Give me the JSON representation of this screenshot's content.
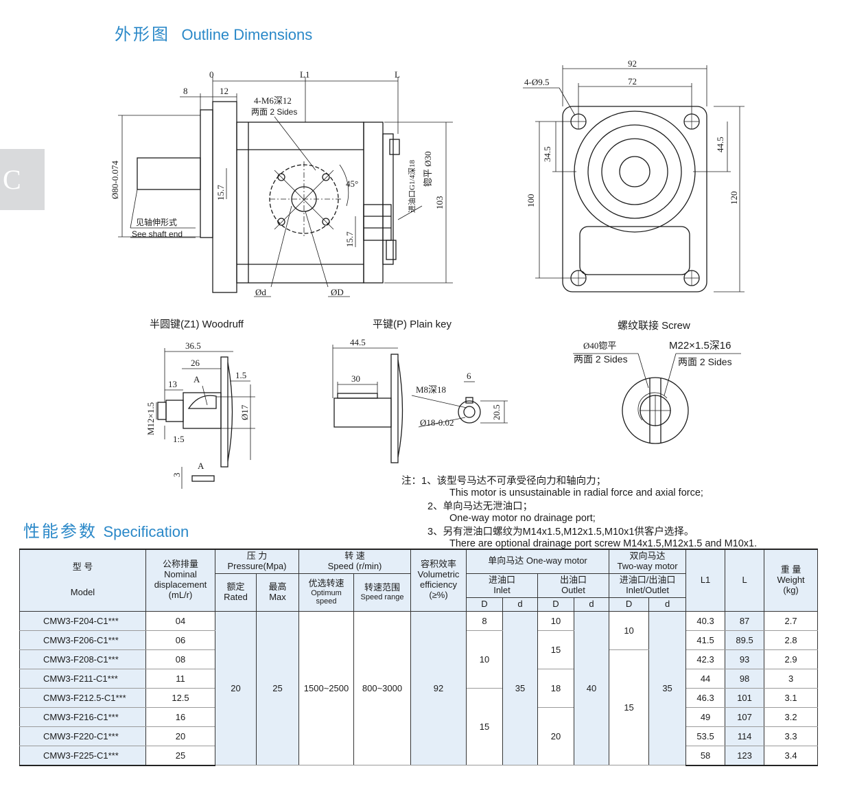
{
  "side_tab": "C",
  "titles": {
    "outline_cn": "外形图",
    "outline_en": "Outline Dimensions",
    "spec_cn": "性能参数",
    "spec_en": "Specification"
  },
  "drawing_labels": {
    "front": {
      "zero": "0",
      "l1": "L1",
      "l": "L",
      "d8": "8",
      "d12": "12",
      "m6": "4-M6深12",
      "two_sides": "两面 2 Sides",
      "dia80": "Ø80-0.074",
      "d157a": "15.7",
      "d157b": "15.7",
      "angle45": "45°",
      "inlet": "进油口G1/4深18",
      "spot": "锪平 Ø30",
      "d103": "103",
      "shaft_cn": "见轴伸形式",
      "shaft_en": "See shaft end",
      "small_d": "Ød",
      "big_d": "ØD"
    },
    "side": {
      "d92": "92",
      "d72": "72",
      "holes": "4-Ø9.5",
      "d345": "34.5",
      "d445": "44.5",
      "d100": "100",
      "d120": "120"
    },
    "woodruff": {
      "title": "半圆键(Z1)  Woodruff",
      "d365": "36.5",
      "d26": "26",
      "d13": "13",
      "d15": "1.5",
      "dia17": "Ø17",
      "m12": "M12×1.5",
      "taper": "1:5",
      "a": "A",
      "d3": "3"
    },
    "plain": {
      "title": "平键(P) Plain key",
      "d445": "44.5",
      "d30": "30",
      "m8": "M8深18",
      "d6": "6",
      "d205": "20.5",
      "dia18": "Ø18-0.02"
    },
    "screw": {
      "title": "螺纹联接  Screw",
      "spot": "Ø40锪平",
      "sides1": "两面 2 Sides",
      "thread": "M22×1.5深16",
      "sides2": "两面 2 Sides"
    }
  },
  "notes": {
    "label": "注：",
    "items": [
      {
        "num": "1、",
        "cn": "该型号马达不可承受径向力和轴向力；",
        "en": "This motor is unsustainable in radial force and axial force;"
      },
      {
        "num": "2、",
        "cn": "单向马达无泄油口；",
        "en": "One-way motor no drainage port;"
      },
      {
        "num": "3、",
        "cn": "另有泄油口螺纹为M14x1.5,M12x1.5,M10x1供客户选择。",
        "en": "There are optional drainage port screw M14x1.5,M12x1.5 and M10x1."
      }
    ]
  },
  "table": {
    "headers": {
      "model_cn": "型  号",
      "model_en": "Model",
      "disp_cn": "公称排量",
      "disp_en": "Nominal displacement",
      "disp_unit": "(mL/r)",
      "pressure_cn": "压  力",
      "pressure_en": "Pressure(Mpa)",
      "rated_cn": "额定",
      "rated_en": "Rated",
      "max_cn": "最高",
      "max_en": "Max",
      "speed_cn": "转  速",
      "speed_en": "Speed (r/min)",
      "opt_cn": "优选转速",
      "opt_en": "Optimum speed",
      "range_cn": "转速范围",
      "range_en": "Speed range",
      "vol_cn": "容积效率",
      "vol_en": "Volumetric efficiency",
      "vol_unit": "(≥%)",
      "oneway": "单向马达 One-way motor",
      "twoway_cn": "双向马达",
      "twoway_en": "Two-way motor",
      "inlet_cn": "进油口",
      "inlet_en": "Inlet",
      "outlet_cn": "出油口",
      "outlet_en": "Outlet",
      "io_cn": "进油口/出油口",
      "io_en": "Inlet/Outlet",
      "D": "D",
      "d": "d",
      "L1": "L1",
      "L": "L",
      "weight_cn": "重 量",
      "weight_en": "Weight",
      "weight_unit": "(kg)"
    },
    "rows": [
      {
        "model": "CMW3-F204-C1***",
        "disp": "04",
        "L1": "40.3",
        "L": "87",
        "weight": "2.7"
      },
      {
        "model": "CMW3-F206-C1***",
        "disp": "06",
        "L1": "41.5",
        "L": "89.5",
        "weight": "2.8"
      },
      {
        "model": "CMW3-F208-C1***",
        "disp": "08",
        "L1": "42.3",
        "L": "93",
        "weight": "2.9"
      },
      {
        "model": "CMW3-F211-C1***",
        "disp": "11",
        "L1": "44",
        "L": "98",
        "weight": "3"
      },
      {
        "model": "CMW3-F212.5-C1***",
        "disp": "12.5",
        "L1": "46.3",
        "L": "101",
        "weight": "3.1"
      },
      {
        "model": "CMW3-F216-C1***",
        "disp": "16",
        "L1": "49",
        "L": "107",
        "weight": "3.2"
      },
      {
        "model": "CMW3-F220-C1***",
        "disp": "20",
        "L1": "53.5",
        "L": "114",
        "weight": "3.3"
      },
      {
        "model": "CMW3-F225-C1***",
        "disp": "25",
        "L1": "58",
        "L": "123",
        "weight": "3.4"
      }
    ],
    "merged": {
      "rated": "20",
      "max": "25",
      "opt": "1500~2500",
      "range": "800~3000",
      "vol": "92",
      "in_D_1": "8",
      "in_D_2": "10",
      "in_D_3": "15",
      "in_d": "35",
      "out_D_1": "10",
      "out_D_2": "15",
      "out_D_3": "18",
      "out_D_4": "20",
      "out_d": "40",
      "io_D_1": "10",
      "io_D_2": "15",
      "io_d": "35"
    }
  }
}
